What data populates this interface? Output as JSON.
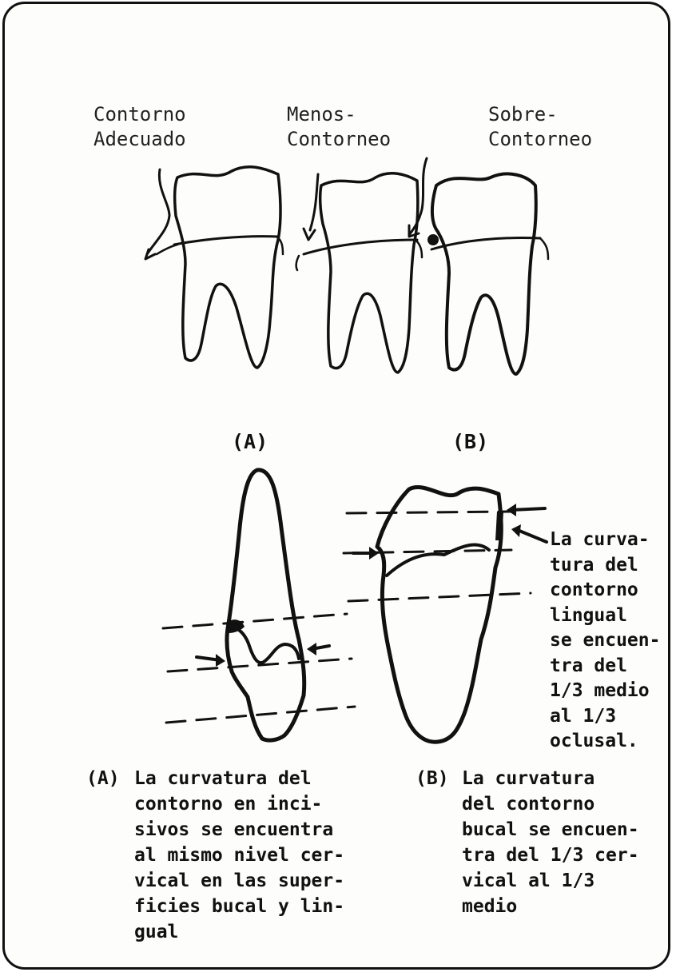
{
  "top_labels": {
    "adequate": "Contorno\nAdecuado",
    "under": "Menos-\nContorneo",
    "over": "Sobre-\nContorneo"
  },
  "section_labels": {
    "a": "(A)",
    "b": "(B)"
  },
  "side_note": "La curva-\ntura del\ncontorno\nlingual\nse encuen-\ntra del\n1/3 medio\nal 1/3\noclusal.",
  "caption_a": {
    "marker": "(A)",
    "text": "La curvatura del\ncontorno en inci-\nsivos se encuentra\nal mismo nivel cer-\nvical en las super-\nficies bucal y lin-\ngual"
  },
  "caption_b": {
    "marker": "(B)",
    "text": "La curvatura\ndel contorno\nbucal se encuen-\ntra del 1/3 cer-\nvical al 1/3\nmedio"
  },
  "colors": {
    "ink": "#111111",
    "paper": "#fdfdfb"
  }
}
